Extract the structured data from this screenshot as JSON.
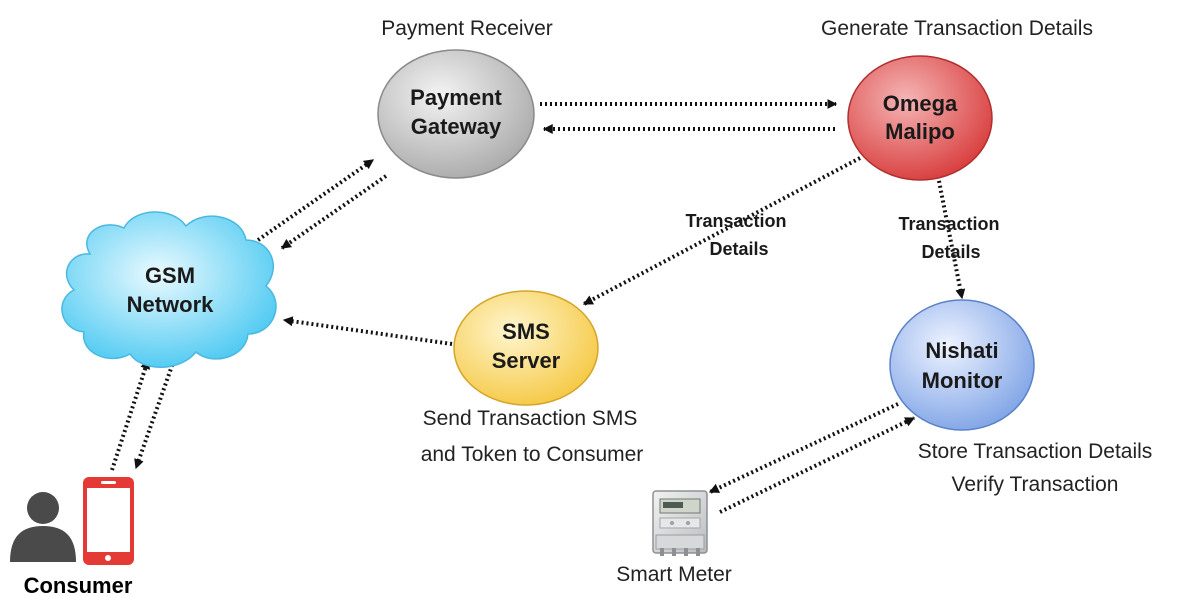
{
  "nodes": {
    "payment_gateway": {
      "line1": "Payment",
      "line2": "Gateway",
      "caption": "Payment Receiver"
    },
    "omega_malipo": {
      "line1": "Omega",
      "line2": "Malipo",
      "caption": "Generate Transaction Details"
    },
    "gsm_network": {
      "line1": "GSM",
      "line2": "Network"
    },
    "sms_server": {
      "line1": "SMS",
      "line2": "Server",
      "caption_line1": "Send Transaction SMS",
      "caption_line2": "and Token to Consumer"
    },
    "nishati_monitor": {
      "line1": "Nishati",
      "line2": "Monitor",
      "caption_line1": "Store Transaction Details",
      "caption_line2": "Verify Transaction"
    },
    "smart_meter": {
      "caption": "Smart Meter",
      "icon": "smart-meter-icon"
    },
    "consumer": {
      "caption": "Consumer",
      "icons": [
        "person-icon",
        "mobile-phone-icon"
      ]
    }
  },
  "edge_labels": {
    "omega_to_sms": {
      "line1": "Transaction",
      "line2": "Details"
    },
    "omega_to_nishati": {
      "line1": "Transaction",
      "line2": "Details"
    }
  },
  "colors": {
    "gateway": "#c4c4c4",
    "omega": "#e05a5a",
    "gsm": "#5ecff3",
    "sms": "#fcd65a",
    "nishati": "#8ab0ec",
    "phone": "#e53935",
    "person": "#4a4a4a"
  }
}
